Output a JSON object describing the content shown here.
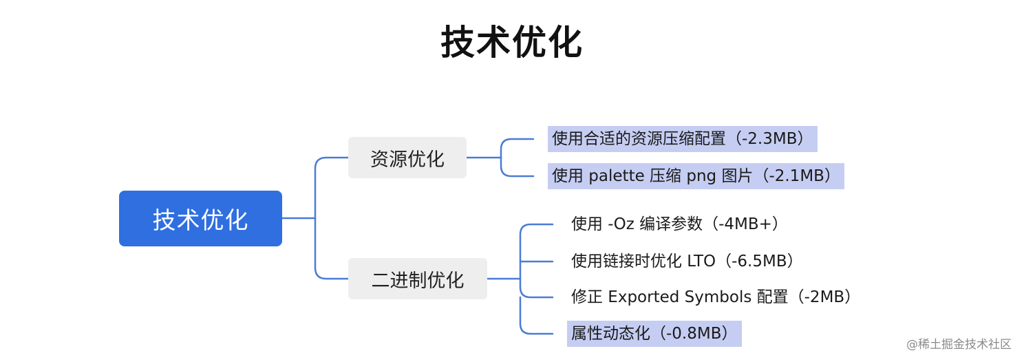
{
  "title": "技术优化",
  "colors": {
    "root_fill": "#2f6fe0",
    "branch_fill": "#eeeeee",
    "link": "#4a7bd6",
    "highlight": "#c5cdf2"
  },
  "root": {
    "label": "技术优化"
  },
  "branches": [
    {
      "label": "资源优化",
      "items": [
        {
          "label": "使用合适的资源压缩配置（-2.3MB）",
          "highlighted": true
        },
        {
          "label": "使用 palette 压缩 png 图片（-2.1MB）",
          "highlighted": true
        }
      ]
    },
    {
      "label": "二进制优化",
      "items": [
        {
          "label": "使用 -Oz 编译参数（-4MB+）",
          "highlighted": false
        },
        {
          "label": "使用链接时优化 LTO（-6.5MB）",
          "highlighted": false
        },
        {
          "label": "修正 Exported Symbols 配置（-2MB）",
          "highlighted": false
        },
        {
          "label": "属性动态化（-0.8MB）",
          "highlighted": true
        }
      ]
    }
  ],
  "watermark": "@稀土掘金技术社区"
}
